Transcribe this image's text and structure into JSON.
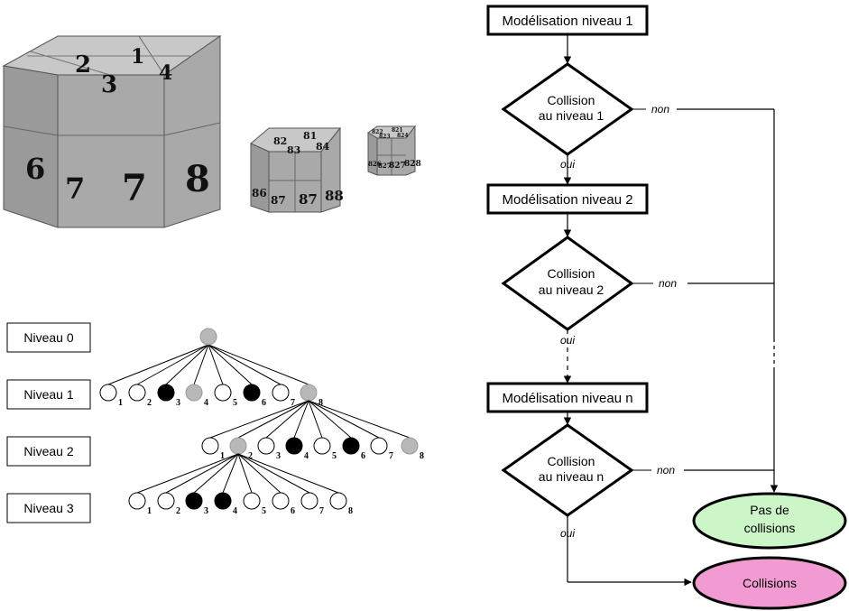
{
  "cubes": {
    "large": {
      "top_labels": [
        "2",
        "1",
        "3",
        "4"
      ],
      "front_labels": [
        "7",
        "8"
      ],
      "left_labels": [
        "6",
        "7"
      ]
    },
    "medium": {
      "top_labels": [
        "82",
        "81",
        "83",
        "84"
      ],
      "front_labels": [
        "87",
        "88"
      ],
      "left_labels": [
        "86",
        "87"
      ]
    },
    "small": {
      "top_labels": [
        "822",
        "821",
        "823",
        "824"
      ],
      "front_labels": [
        "827",
        "828"
      ],
      "left_labels": [
        "826",
        "827"
      ]
    }
  },
  "tree": {
    "levels": [
      "Niveau 0",
      "Niveau 1",
      "Niveau 2",
      "Niveau 3"
    ],
    "colors": {
      "white": "#ffffff",
      "black": "#000000",
      "gray": "#b8b8b8"
    },
    "level1": {
      "states": [
        "white",
        "white",
        "black",
        "gray",
        "white",
        "black",
        "white",
        "gray"
      ],
      "numbers": [
        "1",
        "2",
        "3",
        "4",
        "5",
        "6",
        "7",
        "8"
      ]
    },
    "level2": {
      "states": [
        "white",
        "gray",
        "white",
        "black",
        "white",
        "black",
        "white",
        "gray"
      ],
      "numbers": [
        "1",
        "2",
        "3",
        "4",
        "5",
        "6",
        "7",
        "8"
      ]
    },
    "level3": {
      "states": [
        "white",
        "white",
        "black",
        "black",
        "white",
        "white",
        "white",
        "white"
      ],
      "numbers": [
        "1",
        "2",
        "3",
        "4",
        "5",
        "6",
        "7",
        "8"
      ]
    }
  },
  "flowchart": {
    "model1": "Modélisation niveau 1",
    "collision1": [
      "Collision",
      "au niveau 1"
    ],
    "model2": "Modélisation niveau 2",
    "collision2": [
      "Collision",
      "au niveau 2"
    ],
    "modeln": "Modélisation niveau n",
    "collisionn": [
      "Collision",
      "au niveau n"
    ],
    "oui": "oui",
    "non": "non",
    "no_collision": [
      "Pas de",
      "collisions"
    ],
    "collisions": "Collisions",
    "colors": {
      "no_collision_fill": "#ccf5c8",
      "collisions_fill": "#f29ad2"
    }
  }
}
